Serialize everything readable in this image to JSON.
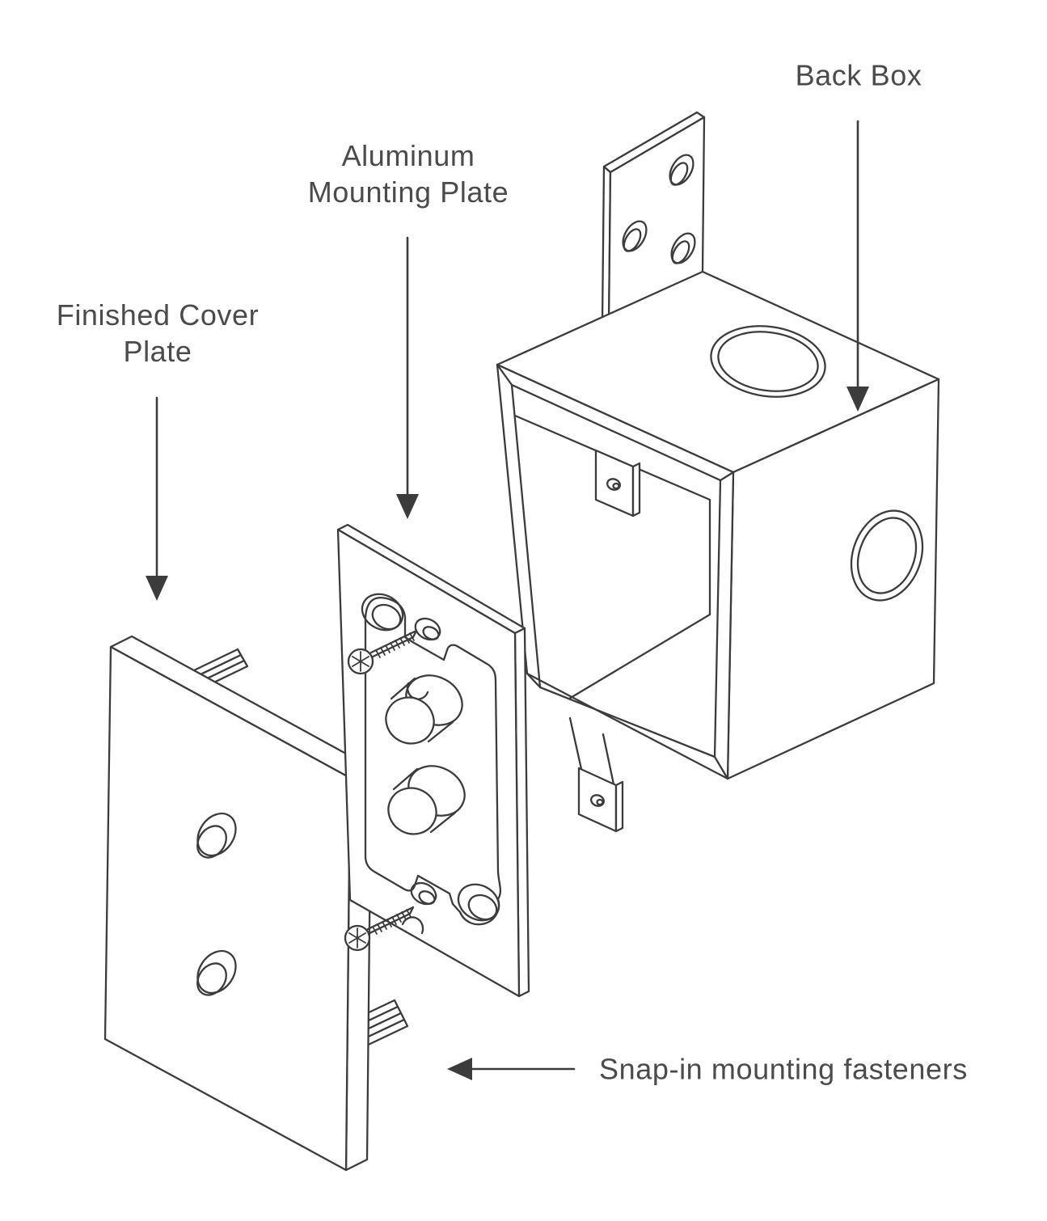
{
  "figure": {
    "type": "exploded-assembly-diagram",
    "subject": "wall box assembly"
  },
  "colors": {
    "background": "#ffffff",
    "line": "#3c3c3c",
    "text": "#4b4b4b",
    "arrow": "#3c3c3c"
  },
  "labels": {
    "back_box": {
      "text": "Back Box"
    },
    "aluminum_mounting_plate": {
      "line1": "Aluminum",
      "line2": "Mounting Plate"
    },
    "finished_cover_plate": {
      "line1": "Finished Cover",
      "line2": "Plate"
    },
    "snap_in_fasteners": {
      "text": "Snap-in mounting fasteners"
    }
  }
}
